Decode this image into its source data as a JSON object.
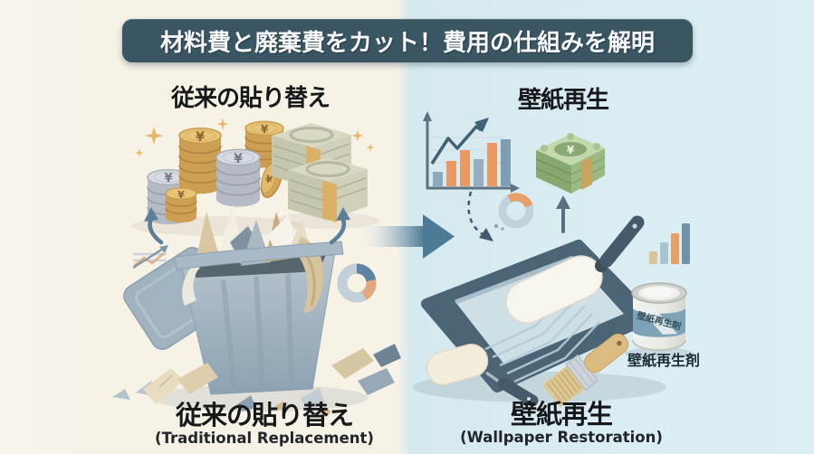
{
  "banner": {
    "title": "材料費と廃棄費をカット！費用の仕組みを解明"
  },
  "left_panel": {
    "heading": "従来の貼り替え",
    "caption_jp": "従来の貼り替え",
    "caption_en": "(Traditional Replacement)",
    "coin_symbol": "¥"
  },
  "right_panel": {
    "heading": "壁紙再生",
    "caption_jp": "壁紙再生",
    "caption_en": "(Wallpaper Restoration)",
    "bill_symbol": "¥",
    "product_name": "壁紙再生剤",
    "can_sticker_text": "壁紙再生剤"
  },
  "icons": {
    "left": [
      "sparkle-icon",
      "coin-stack-icon",
      "money-bundle-icon",
      "trash-bin-icon",
      "wallpaper-scrap-icon",
      "curved-arrow-icon",
      "line-chart-icon",
      "donut-chart-icon"
    ],
    "center": [
      "transition-arrow-icon"
    ],
    "right": [
      "growth-chart-icon",
      "money-stack-icon",
      "up-arrow-icon",
      "dashed-arrow-icon",
      "donut-chart-icon",
      "bar-chart-icon",
      "paint-tray-icon",
      "paint-roller-icon",
      "small-paint-roller-icon",
      "paint-brush-icon",
      "paint-can-icon"
    ]
  },
  "colors": {
    "banner_bg": "#3a5663",
    "banner_text": "#f6f8f9",
    "left_bg": "#f6f2e6",
    "right_bg": "#daedf3",
    "arrow_blue": "#4d7a94",
    "accent_orange": "#e8a066",
    "accent_steel_blue": "#7d9db4",
    "money_green": "#9bb983",
    "gold": "#d3a755",
    "silver": "#b5bac4",
    "bin_gray": "#a3b4c1",
    "heading_text": "#17181a"
  }
}
